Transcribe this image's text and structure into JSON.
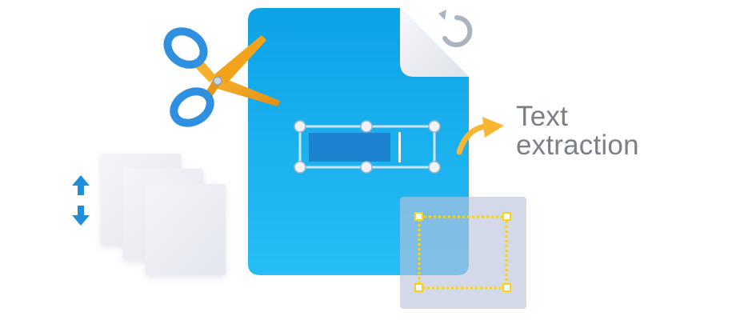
{
  "caption": {
    "line1": "Text",
    "line2": "extraction"
  },
  "icons": {
    "document": "document-icon",
    "scissors": "scissors-icon",
    "rotate": "rotate-icon",
    "arrow": "curved-arrow-icon",
    "pages": "pages-stack-icon",
    "reorder": "up-down-arrows-icon",
    "textbox": "text-selection-box",
    "crop": "crop-selection-box"
  },
  "colors": {
    "document_top": "#0ea2e6",
    "document_bottom": "#27bdf6",
    "fold": "#e7e9f0",
    "scissors_handle": "#2f8fe0",
    "scissors_blade": "#f3a21c",
    "rotate_arrow": "#aab3be",
    "arrow": "#f7b733",
    "reorder_arrows": "#1f8fdc",
    "crop_dots": "#f5d21c",
    "caption": "#7a8088"
  }
}
